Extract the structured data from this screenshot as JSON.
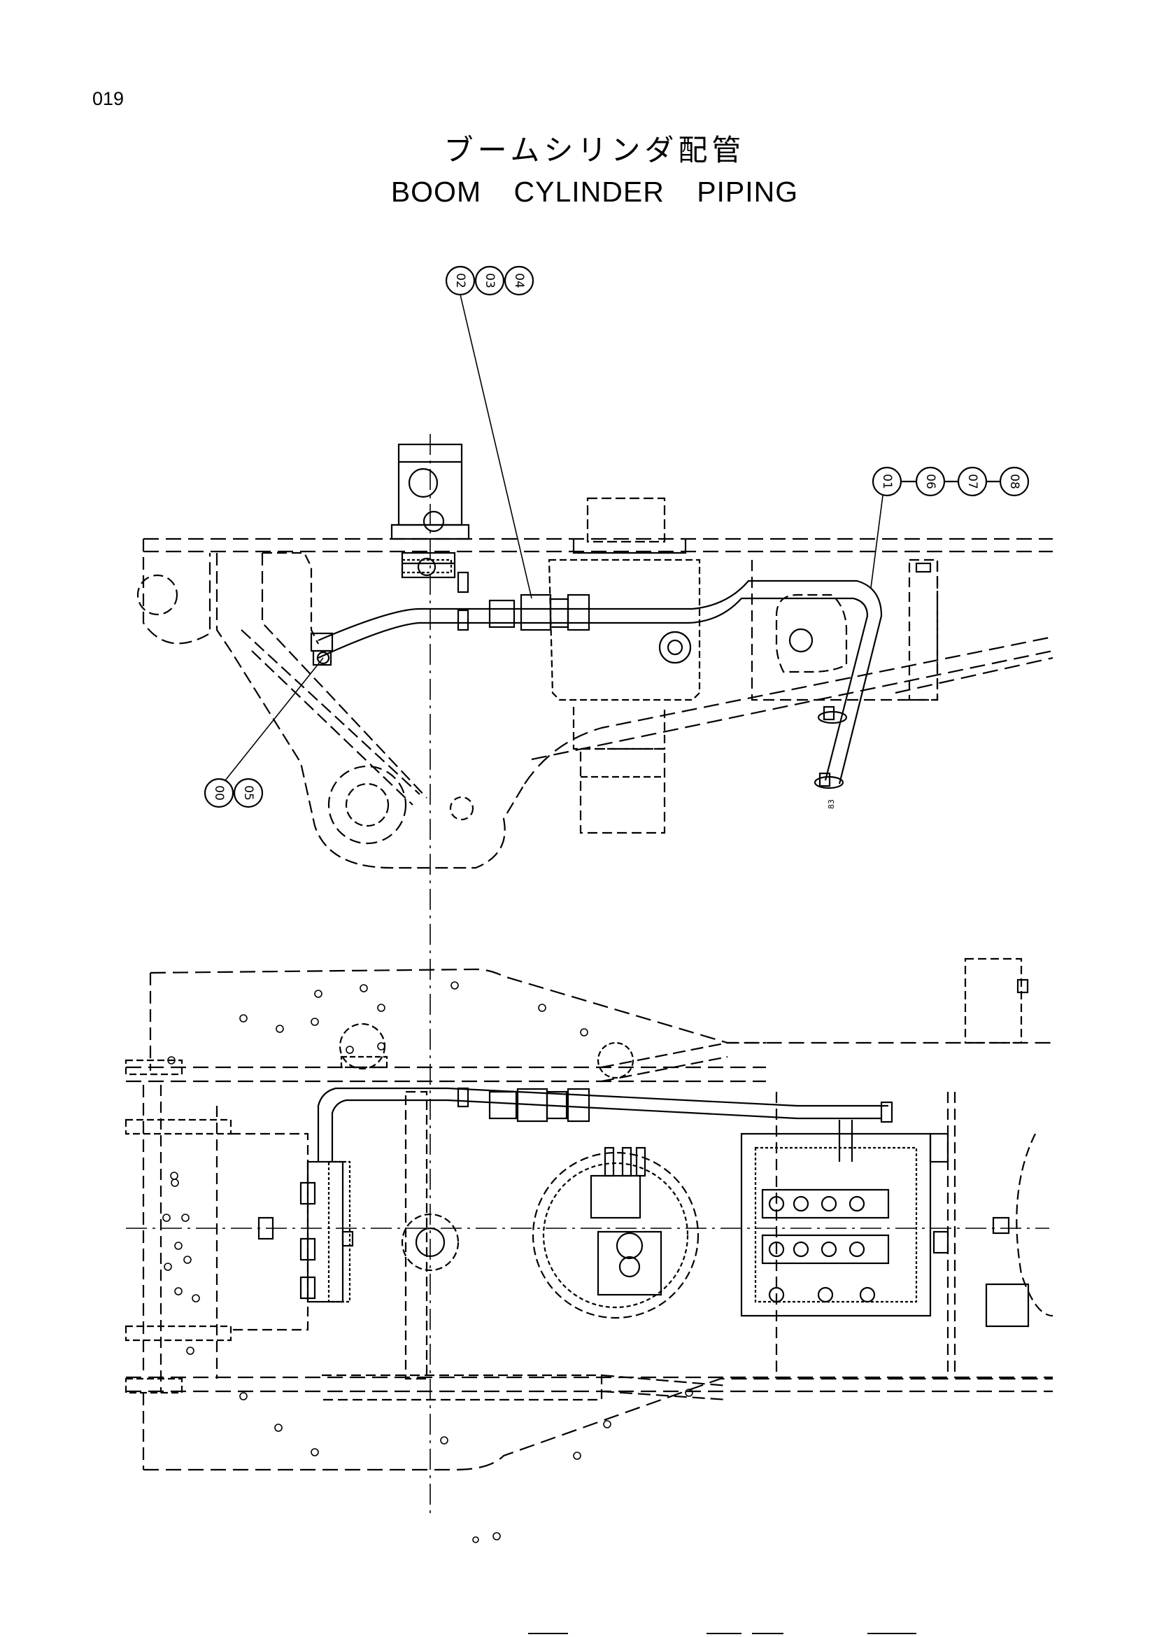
{
  "page_number": "019",
  "title": {
    "japanese": "ブームシリンダ配管",
    "english": "BOOM CYLINDER PIPING"
  },
  "callouts": {
    "group_top": [
      "02",
      "03",
      "04"
    ],
    "group_right": [
      "01",
      "06",
      "07",
      "08"
    ],
    "group_left": [
      "00",
      "05"
    ]
  },
  "small_label": "83"
}
